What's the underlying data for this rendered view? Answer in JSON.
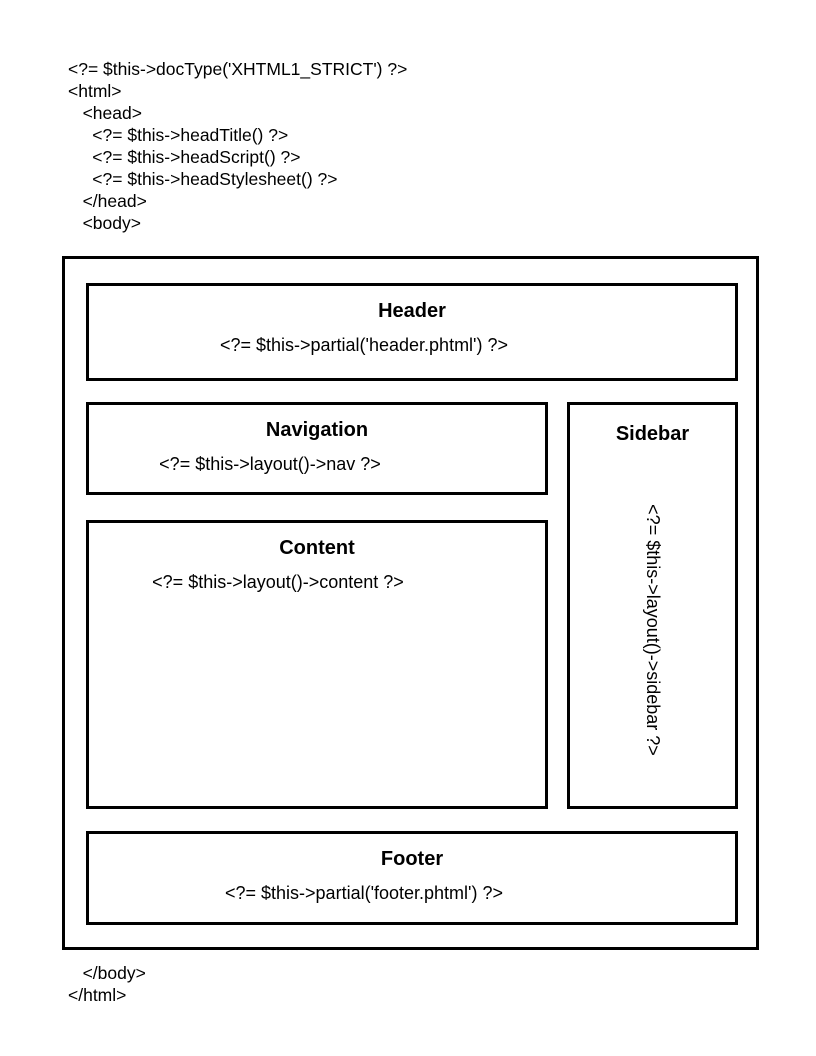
{
  "document": {
    "type": "php-template-layout-diagram",
    "top_code": "<?= $this->docType('XHTML1_STRICT') ?>\n<html>\n   <head>\n     <?= $this->headTitle() ?>\n     <?= $this->headScript() ?>\n     <?= $this->headStylesheet() ?>\n   </head>\n   <body>",
    "bottom_code": "   </body>\n</html>"
  },
  "layout": {
    "regions": {
      "header": {
        "title": "Header",
        "code": "<?= $this->partial('header.phtml') ?>"
      },
      "navigation": {
        "title": "Navigation",
        "code": "<?= $this->layout()->nav ?>"
      },
      "content": {
        "title": "Content",
        "code": "<?= $this->layout()->content ?>"
      },
      "sidebar": {
        "title": "Sidebar",
        "code": "<?= $this->layout()->sidebar ?>"
      },
      "footer": {
        "title": "Footer",
        "code": "<?= $this->partial('footer.phtml') ?>"
      }
    }
  },
  "style": {
    "background_color": "#ffffff",
    "line_color": "#000000",
    "text_color": "#000000"
  }
}
